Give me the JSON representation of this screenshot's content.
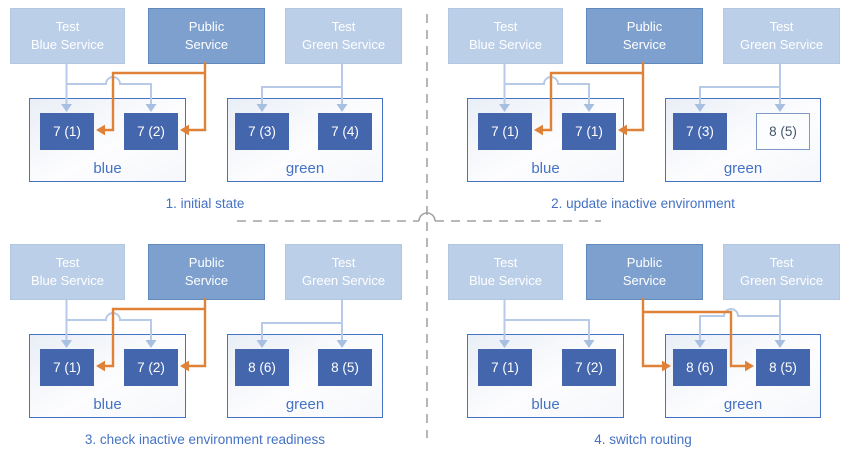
{
  "colors": {
    "accent": "#4472c4",
    "light_service_fill": "#bccfe8",
    "public_service_fill": "#7ea0ce",
    "public_service_border": "#6089bd",
    "version_box_fill": "#4466ad",
    "outlined_box_text": "#44546a",
    "orange": "#e08138",
    "connector": "#b7cbe8",
    "connector_arrowhead": "#a7c0e2",
    "divider_gray": "#a3a3a3"
  },
  "services": {
    "test_blue": "Test\nBlue Service",
    "public": "Public\nService",
    "test_green": "Test\nGreen Service"
  },
  "quadrants": [
    {
      "caption": "1. initial state",
      "blue_label": "blue",
      "green_label": "green",
      "blue_versions": [
        {
          "text": "7 (1)",
          "variant": "filled"
        },
        {
          "text": "7 (2)",
          "variant": "filled"
        }
      ],
      "green_versions": [
        {
          "text": "7 (3)",
          "variant": "filled"
        },
        {
          "text": "7 (4)",
          "variant": "filled"
        }
      ]
    },
    {
      "caption": "2. update inactive environment",
      "blue_label": "blue",
      "green_label": "green",
      "blue_versions": [
        {
          "text": "7 (1)",
          "variant": "filled"
        },
        {
          "text": "7 (1)",
          "variant": "filled"
        }
      ],
      "green_versions": [
        {
          "text": "7 (3)",
          "variant": "filled"
        },
        {
          "text": "8 (5)",
          "variant": "outlined"
        }
      ]
    },
    {
      "caption": "3. check inactive environment readiness",
      "blue_label": "blue",
      "green_label": "green",
      "blue_versions": [
        {
          "text": "7 (1)",
          "variant": "filled"
        },
        {
          "text": "7 (2)",
          "variant": "filled"
        }
      ],
      "green_versions": [
        {
          "text": "8 (6)",
          "variant": "filled"
        },
        {
          "text": "8 (5)",
          "variant": "filled"
        }
      ]
    },
    {
      "caption": "4. switch routing",
      "blue_label": "blue",
      "green_label": "green",
      "blue_versions": [
        {
          "text": "7 (1)",
          "variant": "filled"
        },
        {
          "text": "7 (2)",
          "variant": "filled"
        }
      ],
      "green_versions": [
        {
          "text": "8 (6)",
          "variant": "filled"
        },
        {
          "text": "8 (5)",
          "variant": "filled"
        }
      ]
    }
  ]
}
